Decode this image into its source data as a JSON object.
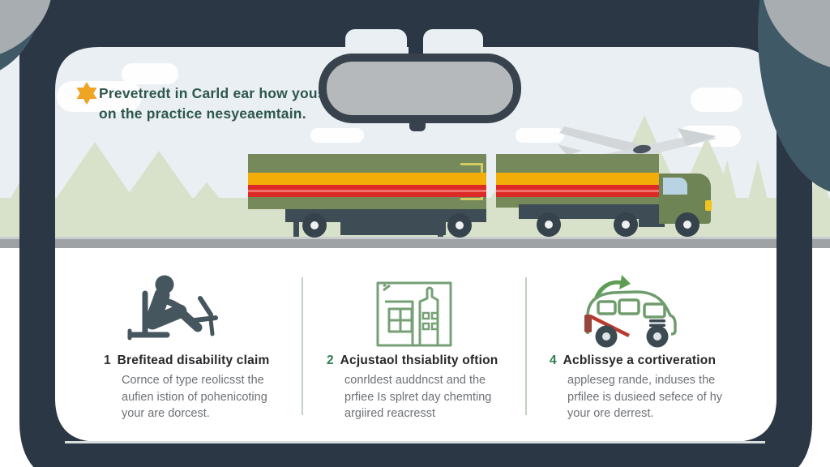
{
  "header": {
    "line1": "Prevetredt in Carld ear how yous,",
    "line2": "on the practice nesyeaemtain.",
    "star_icon": "six-point-star-icon",
    "star_color": "#f0a424",
    "text_color": "#2e574b"
  },
  "scene": {
    "description": "view through car windshield of green cargo truck with trailer on road",
    "frame_color": "#2b3744",
    "roof_color": "#a8adb1",
    "sky_color": "#eaeff4",
    "mountain_color": "#d8e2ca",
    "road_color": "#9ea2a5",
    "truck_green": "#75895a",
    "stripe_yellow": "#f3ad08",
    "stripe_red": "#dc2a26",
    "airplane_icon": "airplane-icon",
    "mirror_icon": "rearview-mirror"
  },
  "steps": [
    {
      "number": "1",
      "number_color": "#34373a",
      "icon": "person-reclining-laptop-icon",
      "icon_color": "#46565f",
      "title": "Brefitead disability claim",
      "lines": [
        "Cornce of type reolicsst the",
        "aufien istion of pohenicoting",
        "your are dorcest."
      ]
    },
    {
      "number": "2",
      "number_color": "#2e7d4f",
      "icon": "buildings-frame-icon",
      "icon_color": "#76a075",
      "title": "Acjustaol thsiablity oftion",
      "lines": [
        "conrldest auddncst and the",
        "prfiee Is splret day chemting",
        "argiired reacresst"
      ]
    },
    {
      "number": "4",
      "number_color": "#2e7d4f",
      "icon": "eco-van-icon",
      "icon_color": "#6f9c6c",
      "title": "Acblissye a cortiveration",
      "lines": [
        "appleseg rande, induses the",
        "prfilee is dusieed sefece of hy",
        "your ore derrest."
      ]
    }
  ]
}
